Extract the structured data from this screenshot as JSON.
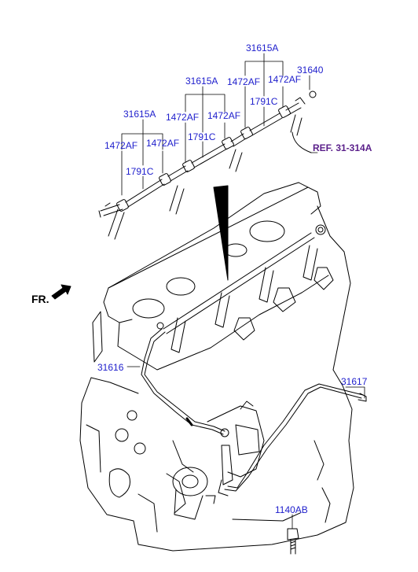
{
  "colors": {
    "label": "#1d1dcc",
    "ref": "#5a1f8a",
    "line": "#000000",
    "background": "#ffffff"
  },
  "direction": {
    "label": "FR.",
    "icon": "front-arrow-icon"
  },
  "labels": {
    "p31615a_1": "31615A",
    "p31615a_2": "31615A",
    "p31615a_3": "31615A",
    "p31640": "31640",
    "p1472af_1": "1472AF",
    "p1472af_2": "1472AF",
    "p1472af_3": "1472AF",
    "p1472af_4": "1472AF",
    "p1472af_5": "1472AF",
    "p1472af_6": "1472AF",
    "p1791c_1": "1791C",
    "p1791c_2": "1791C",
    "p1791c_3": "1791C",
    "ref": "REF. 31-314A",
    "p31616": "31616",
    "p31617": "31617",
    "p1140ab": "1140AB"
  }
}
